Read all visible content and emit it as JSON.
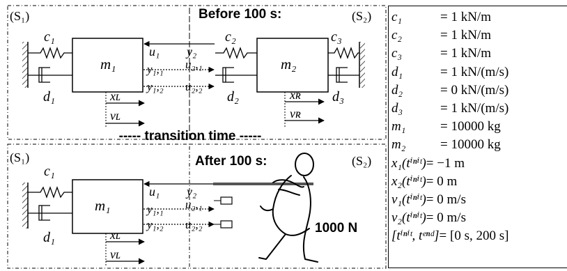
{
  "diagram": {
    "system_labels": {
      "s1": "(S₁)",
      "s2": "(S₂)"
    },
    "before_label": "Before 100 s:",
    "after_label": "After 100 s:",
    "transition_label": "----- transition time -----",
    "force_label": "1000 N",
    "top": {
      "c1": "c₁",
      "d1": "d₁",
      "m1": "m₁",
      "c2": "c₂",
      "d2": "d₂",
      "m2": "m₂",
      "c3": "c₃",
      "d3": "d₃",
      "u1": "u₁",
      "y11": "y₁,₁",
      "y12": "y₁,₂",
      "y2": "y₂",
      "u21": "u₂,₁",
      "u22": "u₂,₂",
      "xL": "xʟ",
      "vL": "vʟ",
      "xR": "xʀ",
      "vR": "vʀ"
    },
    "bottom": {
      "c1": "c₁",
      "d1": "d₁",
      "m1": "m₁",
      "u1": "u₁",
      "y11": "y₁,₁",
      "y12": "y₁,₂",
      "y2": "y₂",
      "u21": "u₂,₁",
      "u22": "u₂,₂",
      "xL": "xʟ",
      "vL": "vʟ"
    }
  },
  "parameters": [
    {
      "symbol": "c₁",
      "value": "= 1 kN/m"
    },
    {
      "symbol": "c₂",
      "value": "= 1 kN/m"
    },
    {
      "symbol": "c₃",
      "value": "= 1 kN/m"
    },
    {
      "symbol": "d₁",
      "value": "= 1 kN/(m/s)"
    },
    {
      "symbol": "d₂",
      "value": "= 0 kN/(m/s)"
    },
    {
      "symbol": "d₃",
      "value": "= 1 kN/(m/s)"
    },
    {
      "symbol": "m₁",
      "value": "= 10000 kg"
    },
    {
      "symbol": "m₂",
      "value": "= 10000 kg"
    },
    {
      "symbol": "x₁(tⁱⁿⁱᵗ)",
      "value": "= −1 m"
    },
    {
      "symbol": "x₂(tⁱⁿⁱᵗ)",
      "value": "= 0 m"
    },
    {
      "symbol": "v₁(tⁱⁿⁱᵗ)",
      "value": "= 0 m/s"
    },
    {
      "symbol": "v₂(tⁱⁿⁱᵗ)",
      "value": "= 0 m/s"
    },
    {
      "symbol": "[tⁱⁿⁱᵗ, tᵉⁿᵈ]",
      "value": "= [0 s, 200 s]"
    }
  ]
}
